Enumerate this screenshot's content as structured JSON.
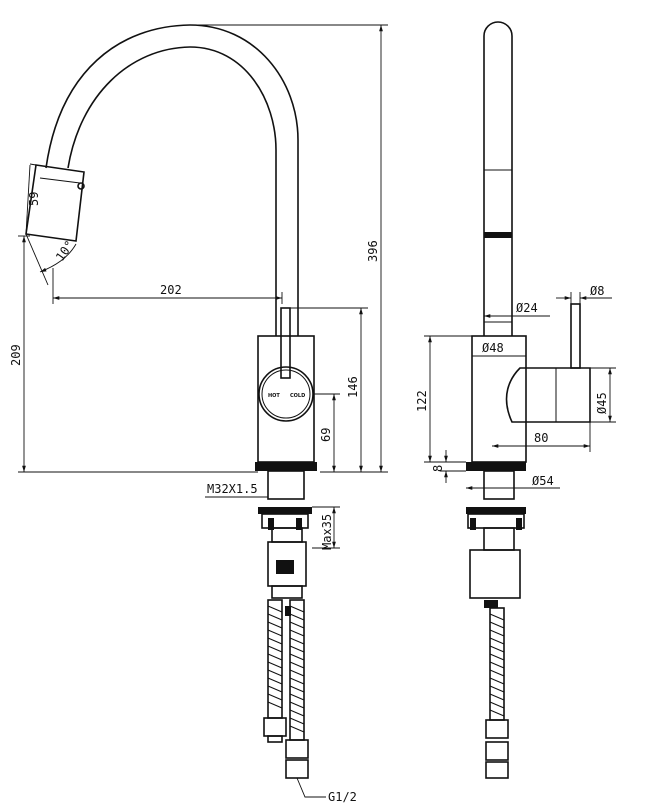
{
  "dimensions": {
    "spout_reach": "202",
    "total_height": "396",
    "base_to_spout": "209",
    "spray_head_length": "59",
    "spray_angle": "10°",
    "body_height": "146",
    "handle_height": "69",
    "thread": "M32X1.5",
    "max_thickness": "Max35",
    "connection": "G1/2",
    "spout_diameter": "Ø24",
    "lever_diameter": "Ø8",
    "body_diameter": "Ø48",
    "handle_diameter": "Ø45",
    "side_body_height": "122",
    "base_plate": "8",
    "handle_depth": "80",
    "base_diameter": "Ø54"
  },
  "handle_labels": {
    "hot": "HOT",
    "cold": "COLD"
  }
}
